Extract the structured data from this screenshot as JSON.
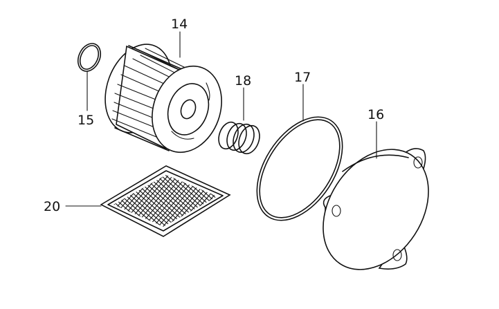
{
  "diagram": {
    "parts": [
      {
        "id": "14",
        "label": "14"
      },
      {
        "id": "15",
        "label": "15"
      },
      {
        "id": "16",
        "label": "16"
      },
      {
        "id": "17",
        "label": "17"
      },
      {
        "id": "18",
        "label": "18"
      },
      {
        "id": "20",
        "label": "20"
      }
    ]
  }
}
